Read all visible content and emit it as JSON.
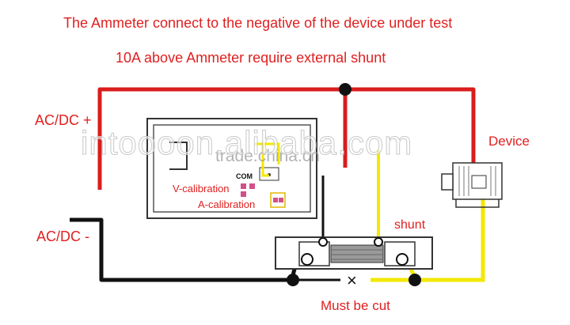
{
  "texts": {
    "title": "The Ammeter connect to the negative of the device under test",
    "subtitle": "10A above Ammeter  require external shunt",
    "ac_dc_plus": "AC/DC +",
    "ac_dc_minus": "AC/DC -",
    "device": "Device",
    "com": "COM",
    "v_calibration": "V-calibration",
    "a_calibration": "A-calibration",
    "shunt": "shunt",
    "must_be_cut": "Must be cut",
    "cut_mark": "×",
    "watermark_small": "trade.china.cn",
    "watermark_large": "intoooon.alibaba.com"
  },
  "colors": {
    "red_wire": "#d91d1d",
    "black_wire": "#111111",
    "yellow_wire": "#f2e800",
    "label_red": "#e02020",
    "meter_outline": "#333333"
  }
}
